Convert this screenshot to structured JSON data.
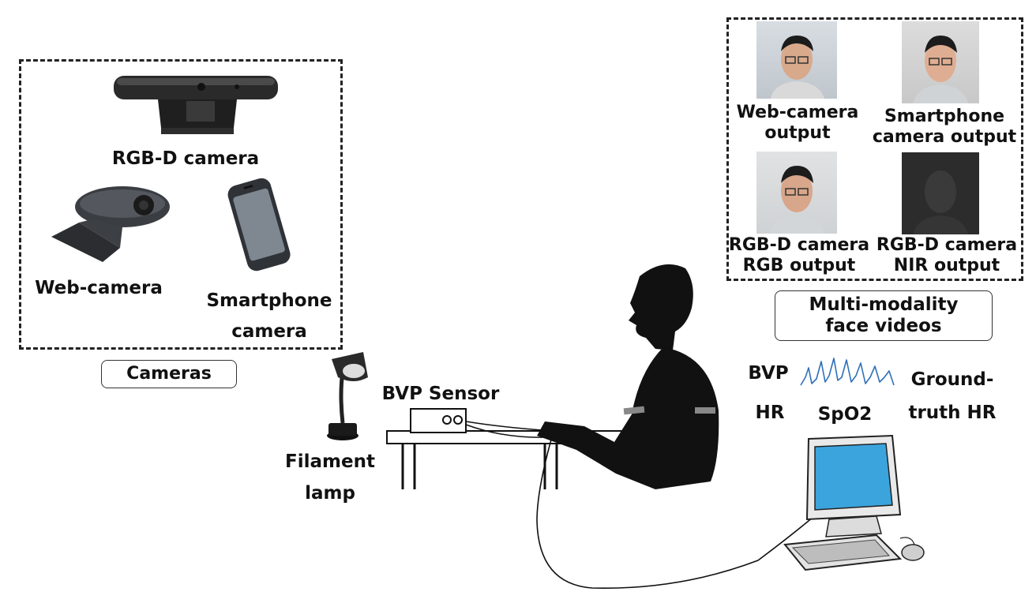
{
  "cameras": {
    "rgbd_label": "RGB-D camera",
    "webcam_label": "Web-camera",
    "smartphone_label_line1": "Smartphone",
    "smartphone_label_line2": "camera",
    "group_label": "Cameras"
  },
  "setup": {
    "lamp_label_line1": "Filament",
    "lamp_label_line2": "lamp",
    "sensor_label": "BVP Sensor"
  },
  "outputs": {
    "webcam_line1": "Web-camera",
    "webcam_line2": "output",
    "smartphone_line1": "Smartphone",
    "smartphone_line2": "camera output",
    "rgb_line1": "RGB-D camera",
    "rgb_line2": "RGB output",
    "nir_line1": "RGB-D camera",
    "nir_line2": "NIR output",
    "group_label_line1": "Multi-modality",
    "group_label_line2": "face videos"
  },
  "signals": {
    "bvp": "BVP",
    "hr": "HR",
    "spo2": "SpO2",
    "ground_line1": "Ground-",
    "ground_line2": "truth HR",
    "waveform_color": "#2f6fb8"
  }
}
